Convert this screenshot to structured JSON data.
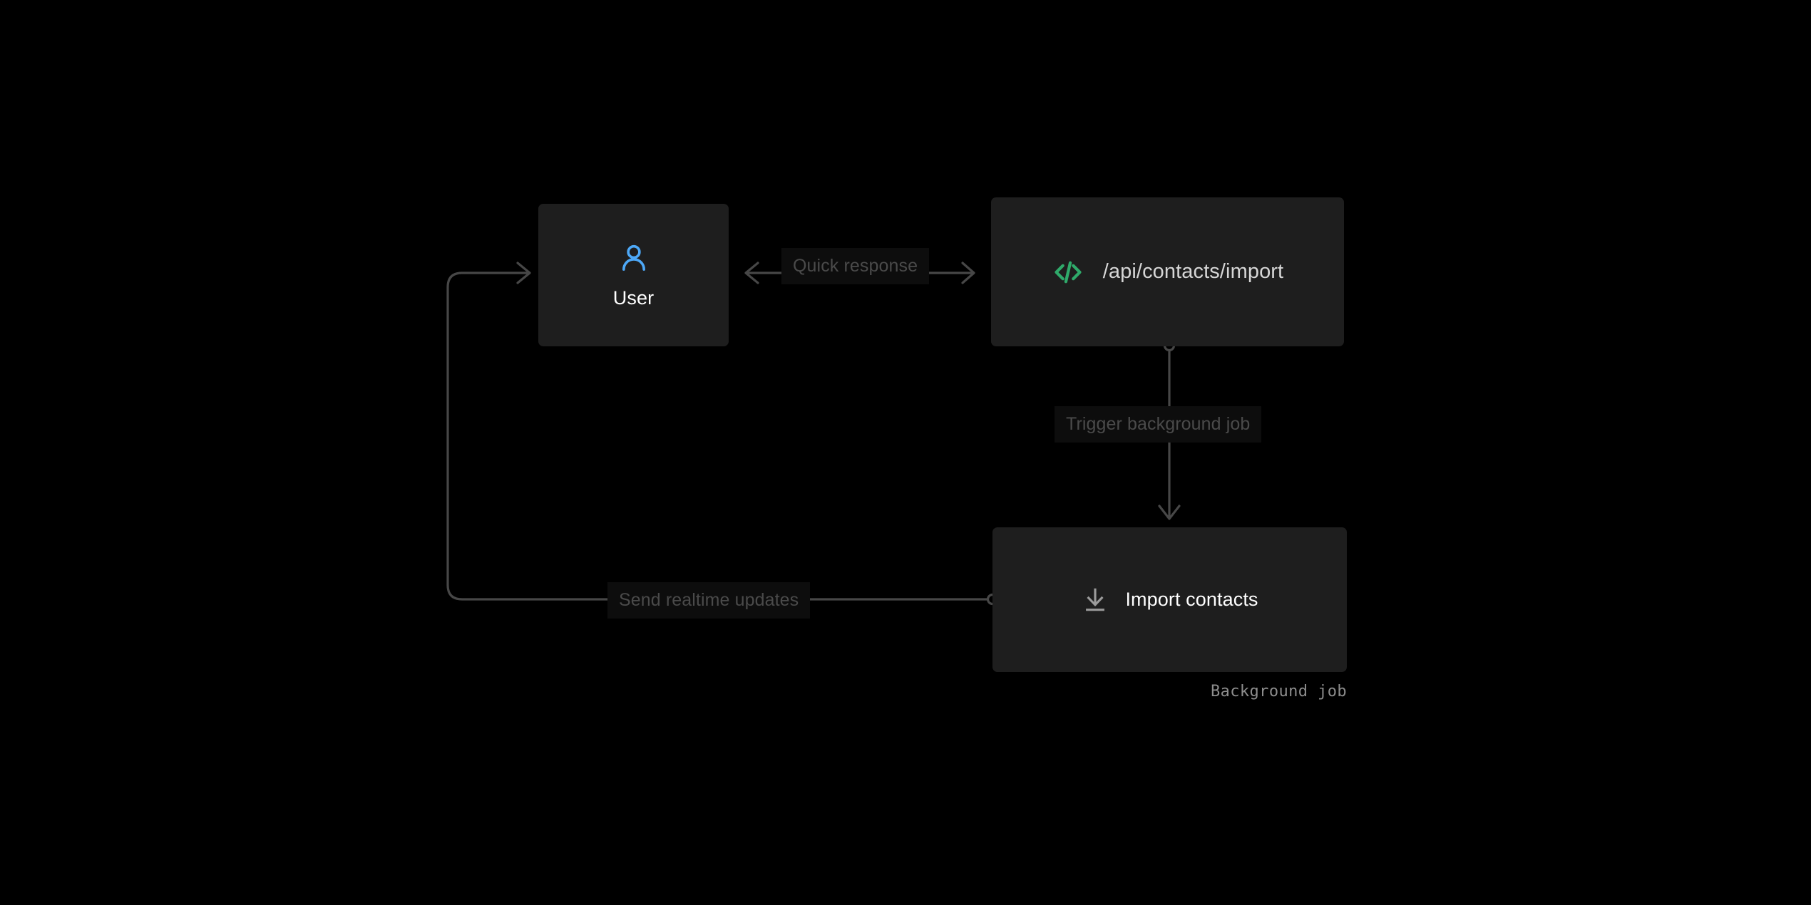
{
  "diagram": {
    "type": "flow-diagram",
    "background_color": "#000000",
    "node_color": "#1e1e1e",
    "edge_color": "#474747",
    "label_text_color": "#4a4a4a",
    "label_badge_color": "#0d0d0d",
    "nodes": [
      {
        "id": "user",
        "label": "User",
        "icon": "user-icon",
        "icon_color": "#4da8f7",
        "label_color": "#ffffff"
      },
      {
        "id": "api",
        "label": "/api/contacts/import",
        "icon": "code-icon",
        "icon_color": "#2faa6a",
        "label_color": "#d6d6d6"
      },
      {
        "id": "job",
        "label": "Import contacts",
        "icon": "download-icon",
        "icon_color": "#9b9b9b",
        "label_color": "#ffffff",
        "caption": "Background job",
        "caption_color": "#8d8d8d"
      }
    ],
    "edges": [
      {
        "id": "user-api",
        "label": "Quick response",
        "from": "user",
        "to": "api",
        "direction": "bidirectional"
      },
      {
        "id": "api-job",
        "label": "Trigger background job",
        "from": "api",
        "to": "job",
        "direction": "down"
      },
      {
        "id": "job-user",
        "label": "Send realtime updates",
        "from": "job",
        "to": "user",
        "direction": "left-loop"
      }
    ]
  }
}
